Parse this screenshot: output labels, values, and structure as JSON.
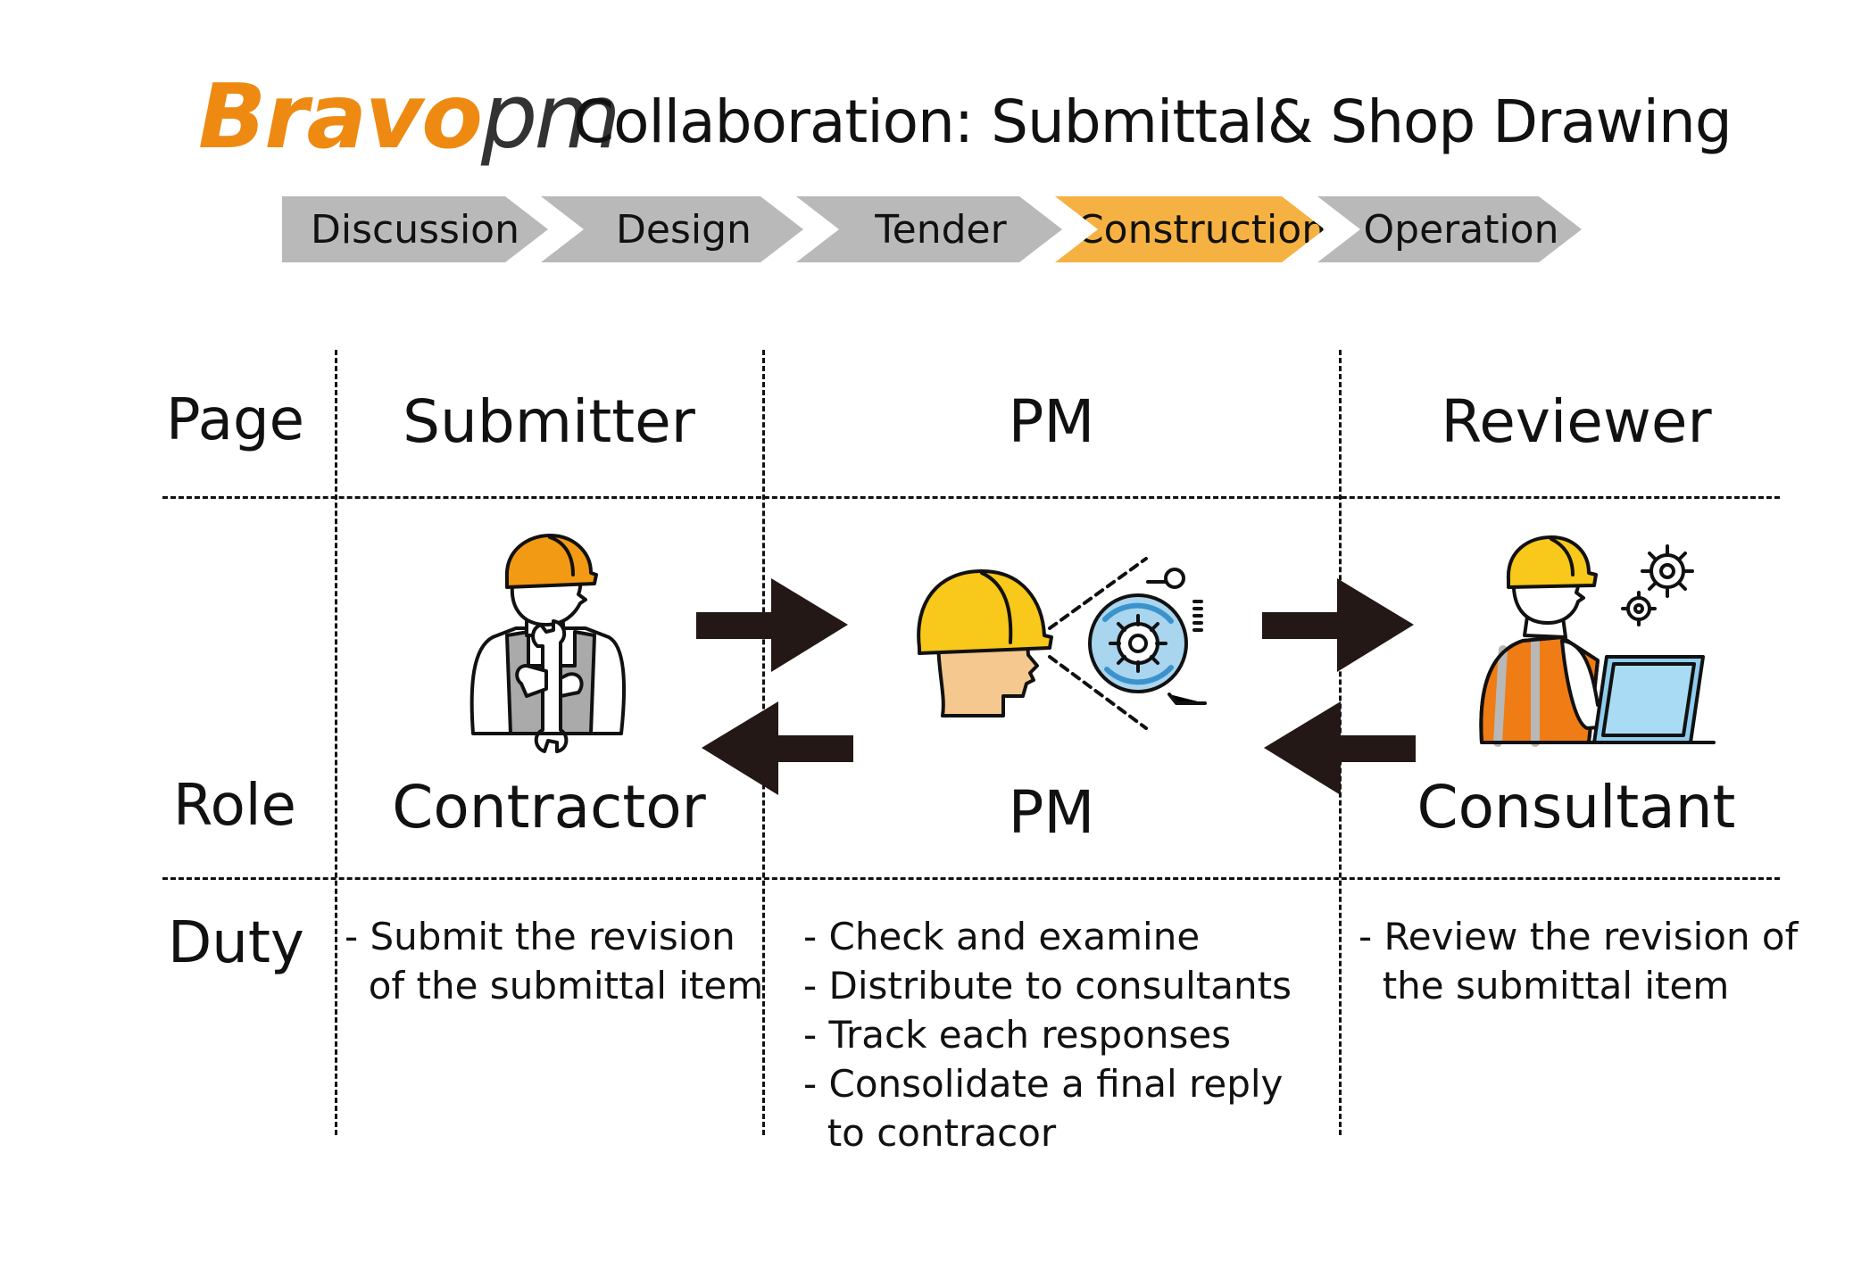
{
  "title": {
    "brand_bravo": "Bravo",
    "brand_pm": "pm",
    "text": "Collaboration: Submittal& Shop Drawing"
  },
  "phases": [
    {
      "label": "Discussion",
      "active": false
    },
    {
      "label": "Design",
      "active": false
    },
    {
      "label": "Tender",
      "active": false
    },
    {
      "label": "Construction",
      "active": true
    },
    {
      "label": "Operation",
      "active": false
    }
  ],
  "rows": {
    "page": "Page",
    "role": "Role",
    "duty": "Duty"
  },
  "columns": [
    {
      "page": "Submitter",
      "role": "Contractor",
      "icon": "contractor-worker-icon",
      "duties": [
        "- Submit the revision",
        "  of the submittal item"
      ]
    },
    {
      "page": "PM",
      "role": "PM",
      "icon": "project-manager-gear-icon",
      "duties": [
        "- Check and examine",
        "- Distribute to consultants",
        "- Track each responses",
        "- Consolidate a final reply",
        "  to contracor"
      ]
    },
    {
      "page": "Reviewer",
      "role": "Consultant",
      "icon": "consultant-laptop-icon",
      "duties": [
        "- Review the revision of",
        "  the submittal item"
      ]
    }
  ],
  "colors": {
    "brand_orange": "#ee8a12",
    "phase_gray": "#b9b9b9",
    "phase_active": "#f6b143",
    "helmet_orange": "#f29a14",
    "helmet_yellow": "#f8c81a",
    "skin": "#f4c88e",
    "arrow": "#231815"
  }
}
